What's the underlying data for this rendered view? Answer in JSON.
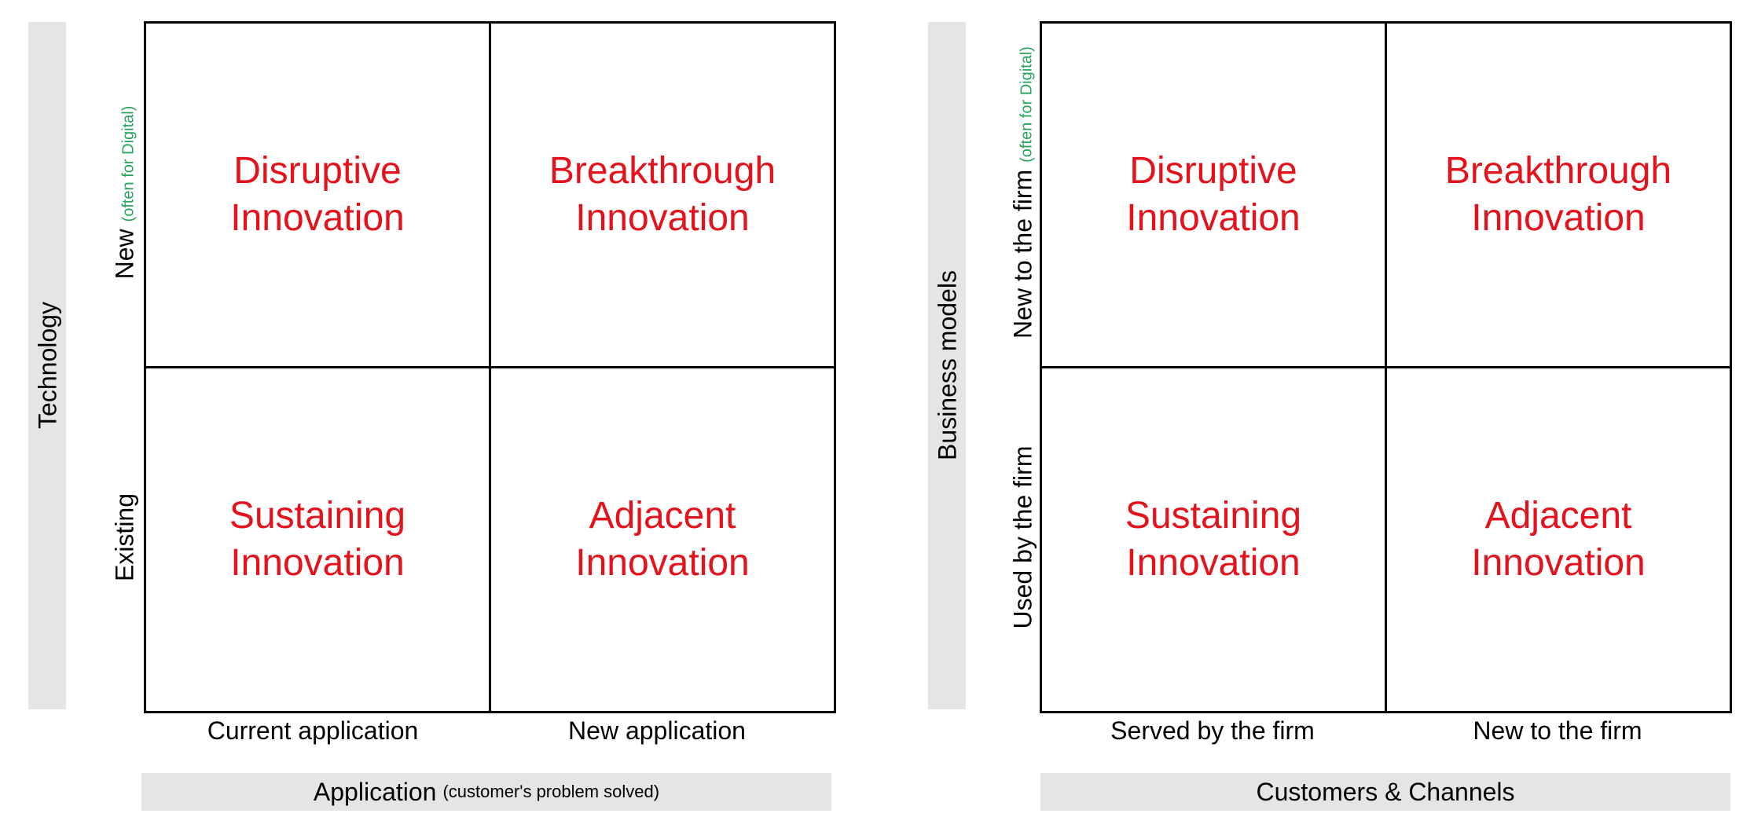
{
  "left": {
    "vertical_band_label": "Technology",
    "row_labels": {
      "top": "New",
      "top_note": "(often for Digital)",
      "bottom": "Existing"
    },
    "column_labels": [
      "Current application",
      "New application"
    ],
    "bottom_band": {
      "title": "Application",
      "subtitle": "(customer's problem solved)"
    },
    "quadrants": {
      "top_left": "Disruptive\nInnovation",
      "top_right": "Breakthrough\nInnovation",
      "bottom_left": "Sustaining\nInnovation",
      "bottom_right": "Adjacent\nInnovation"
    }
  },
  "right": {
    "vertical_band_label": "Business models",
    "row_labels": {
      "top": "New to the firm",
      "top_note": "(often for Digital)",
      "bottom": "Used by the firm"
    },
    "column_labels": [
      "Served by the firm",
      "New to the firm"
    ],
    "bottom_band": {
      "title": "Customers & Channels"
    },
    "quadrants": {
      "top_left": "Disruptive\nInnovation",
      "top_right": "Breakthrough\nInnovation",
      "bottom_left": "Sustaining\nInnovation",
      "bottom_right": "Adjacent\nInnovation"
    }
  },
  "colors": {
    "quadrant_text": "#e3121b",
    "note_text": "#27a35a",
    "band": "#e6e5e5",
    "grid_line": "#000000"
  }
}
